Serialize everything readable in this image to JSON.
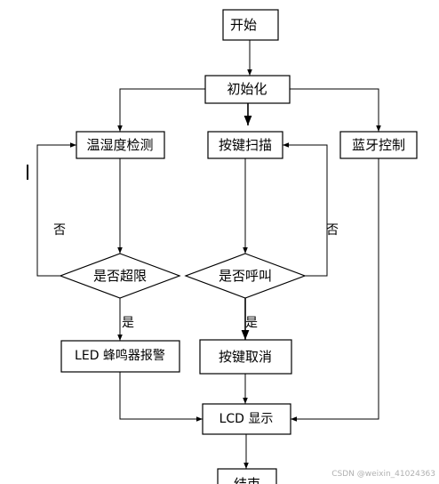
{
  "nodes": {
    "start": "开始",
    "init": "初始化",
    "temp_humidity": "温湿度检测",
    "key_scan": "按键扫描",
    "bluetooth": "蓝牙控制",
    "over_limit": "是否超限",
    "call": "是否呼叫",
    "alarm": "LED 蜂鸣器报警",
    "cancel": "按键取消",
    "lcd": "LCD 显示",
    "end": "结束"
  },
  "edge_labels": {
    "no_left": "否",
    "no_right": "否",
    "yes_left": "是",
    "yes_right": "是"
  },
  "watermark": "CSDN @weixin_41024363"
}
